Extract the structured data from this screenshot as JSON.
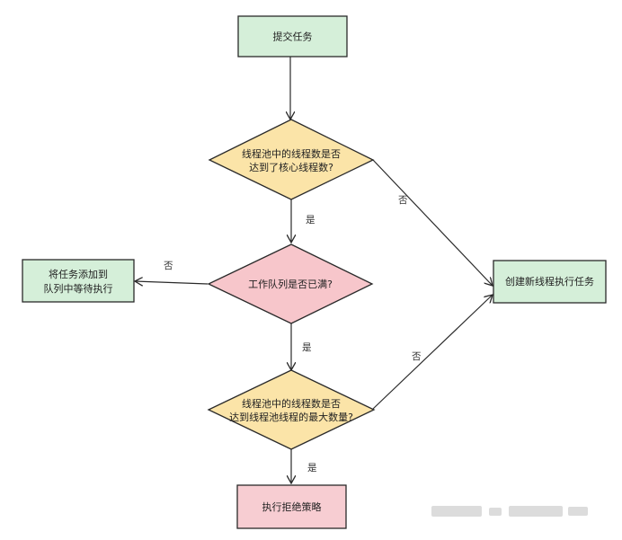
{
  "nodes": {
    "submit_task": {
      "lines": [
        "提交任务"
      ]
    },
    "core_check": {
      "lines": [
        "线程池中的线程数是否",
        "达到了核心线程数?"
      ]
    },
    "queue_check": {
      "lines": [
        "工作队列是否已满?"
      ]
    },
    "add_to_queue": {
      "lines": [
        "将任务添加到",
        "队列中等待执行"
      ]
    },
    "create_thread": {
      "lines": [
        "创建新线程执行任务"
      ]
    },
    "max_check": {
      "lines": [
        "线程池中的线程数是否",
        "达到线程池线程的最大数量?"
      ]
    },
    "reject": {
      "lines": [
        "执行拒绝策略"
      ]
    }
  },
  "edges": {
    "core_to_queue": "是",
    "core_to_create": "否",
    "queue_to_add": "否",
    "queue_to_max": "是",
    "max_to_create": "否",
    "max_to_reject": "是"
  },
  "colors": {
    "process_green": "#d5efd9",
    "decision_yellow": "#fbe4a8",
    "decision_red": "#f7c6cb",
    "reject_red": "#f7cdd2",
    "stroke": "#2a2a2a"
  }
}
